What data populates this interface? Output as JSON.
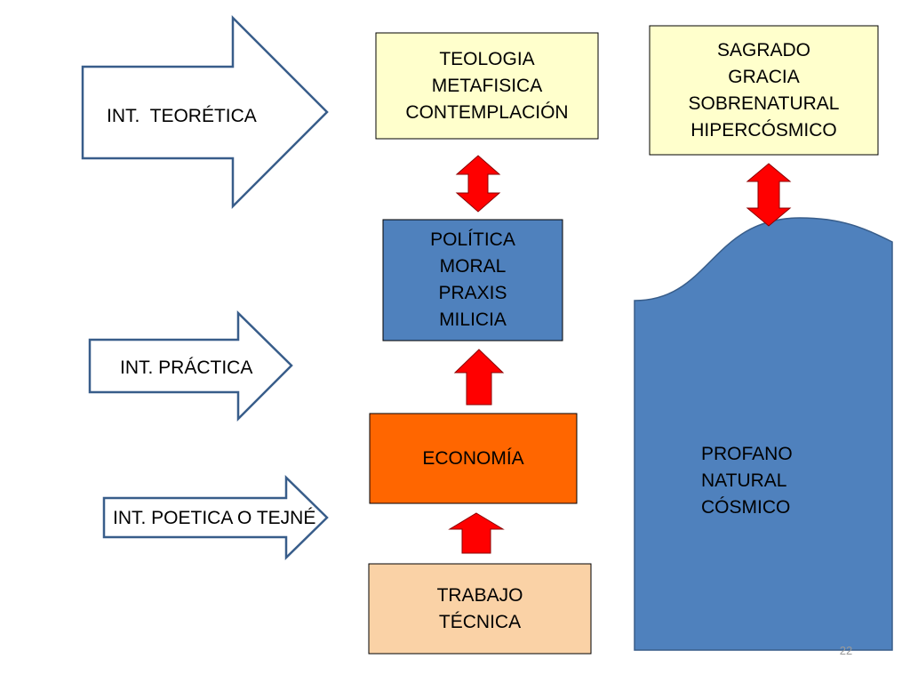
{
  "colors": {
    "theory_box": "#ffffcc",
    "practice_box": "#4f81bd",
    "economy_box": "#ff6600",
    "work_box": "#fad2a6",
    "profane_shape": "#4f81bd",
    "arrow_red": "#ff0000",
    "arrow_outline": "#385d8a"
  },
  "arrows": {
    "theoretical": "INT.  TEORÉTICA",
    "practical": "INT. PRÁCTICA",
    "poetic": "INT. POETICA O TEJNÉ"
  },
  "boxes": {
    "theology": [
      "TEOLOGIA",
      "METAFISICA",
      "CONTEMPLACIÓN"
    ],
    "sacred": [
      "SAGRADO",
      "GRACIA",
      "SOBRENATURAL",
      "HIPERCÓSMICO"
    ],
    "politics": [
      "POLÍTICA",
      "MORAL",
      "PRAXIS",
      "MILICIA"
    ],
    "economy": [
      "ECONOMÍA"
    ],
    "work": [
      "TRABAJO",
      "TÉCNICA"
    ],
    "profane": [
      "PROFANO",
      "NATURAL",
      "CÓSMICO"
    ]
  },
  "page_number": "22"
}
